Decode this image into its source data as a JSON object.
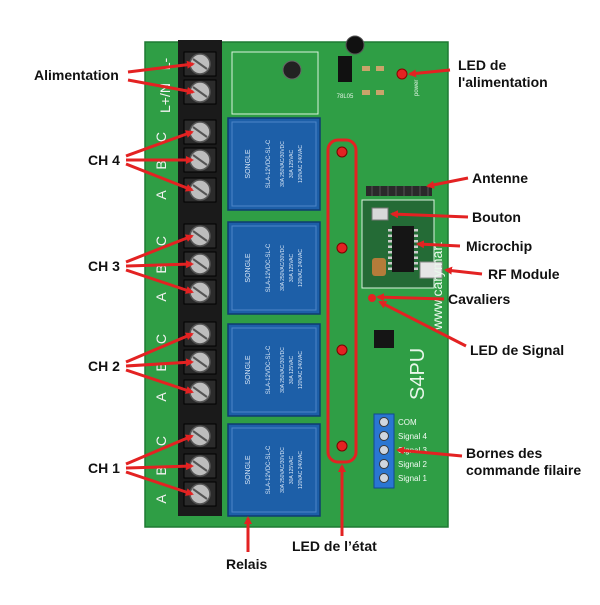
{
  "labels": {
    "alimentation": "Alimentation",
    "ch4": "CH 4",
    "ch3": "CH 3",
    "ch2": "CH 2",
    "ch1": "CH 1",
    "led_alim": [
      "LED de",
      "l'alimentation"
    ],
    "antenne": "Antenne",
    "bouton": "Bouton",
    "microchip": "Microchip",
    "rf_module": "RF Module",
    "cavaliers": "Cavaliers",
    "led_signal": "LED de Signal",
    "bornes": [
      "Bornes des",
      "commande filaire"
    ],
    "led_etat": "LED de l’état",
    "relais": "Relais"
  },
  "board": {
    "model": "S4PU",
    "website": "www.carymart",
    "terminal_labels_top": [
      "L-",
      "L+/N"
    ],
    "terminal_letters": [
      "A",
      "B",
      "C"
    ],
    "signal_terminals": [
      "COM",
      "Signal 4",
      "Signal 3",
      "Signal 2",
      "Signal 1"
    ],
    "relay_brand": "SONGLE",
    "relay_model": "SLA-12VDC-SL-C",
    "relay_ratings": [
      "30A 250VAC/30VDC",
      "30A 125VAC",
      "120VAC 240VAC"
    ],
    "regulator": "78L05",
    "power_text": "power"
  },
  "colors": {
    "arrow": "#e32222",
    "pcb": "#2f9e45",
    "pcb_dark": "#1f7a33",
    "relay": "#1d5fa8",
    "terminal": "#1a1a1a",
    "signal_block": "#2a76d2"
  }
}
